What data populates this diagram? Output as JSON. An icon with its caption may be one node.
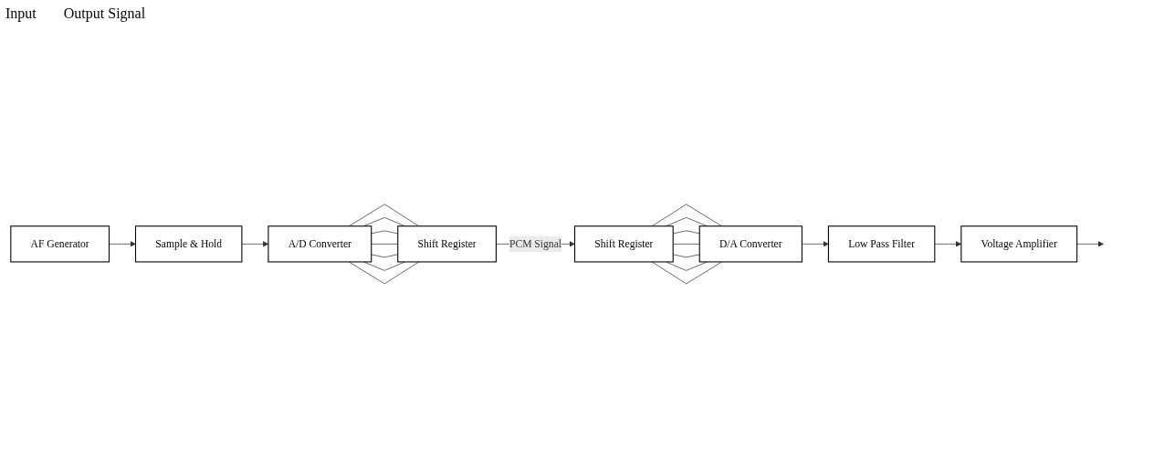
{
  "diagram": {
    "nodes": [
      {
        "text": [
          "AF Generator"
        ]
      },
      {
        "text": [
          "Sample & Hold"
        ]
      },
      {
        "text": [
          "A/D Converter"
        ]
      },
      {
        "text": [
          "Shift Register"
        ]
      },
      {
        "text": [
          "Shift Register"
        ]
      },
      {
        "text": [
          "D/A Converter"
        ]
      },
      {
        "text": [
          "Low Pass Filter"
        ]
      },
      {
        "text": [
          "Voltage Amplifier"
        ]
      }
    ],
    "edges": [
      {
        "from": 0,
        "to": 1,
        "arrow": "to"
      },
      {
        "from": 1,
        "to": 2,
        "arrow": "to"
      },
      {
        "from": 2,
        "to": 3,
        "arrow": "none"
      },
      {
        "from": 2,
        "to": 3,
        "arrow": "none"
      },
      {
        "from": 2,
        "to": 3,
        "arrow": "none"
      },
      {
        "from": 2,
        "to": 3,
        "arrow": "none"
      },
      {
        "from": 2,
        "to": 3,
        "arrow": "none"
      },
      {
        "from": 2,
        "to": 3,
        "arrow": "none"
      },
      {
        "from": 2,
        "to": 3,
        "arrow": "none"
      },
      {
        "from": 3,
        "to": 4,
        "arrow": "to",
        "label": "PCM Signal"
      },
      {
        "from": 4,
        "to": 5,
        "arrow": "none"
      },
      {
        "from": 4,
        "to": 5,
        "arrow": "none"
      },
      {
        "from": 4,
        "to": 5,
        "arrow": "none"
      },
      {
        "from": 4,
        "to": 5,
        "arrow": "none"
      },
      {
        "from": 4,
        "to": 5,
        "arrow": "none"
      },
      {
        "from": 4,
        "to": 5,
        "arrow": "none"
      },
      {
        "from": 4,
        "to": 5,
        "arrow": "none"
      },
      {
        "from": 5,
        "to": 6,
        "arrow": "to"
      },
      {
        "from": 6,
        "to": 7,
        "arrow": "to"
      },
      {
        "from": 7,
        "to": null,
        "arrow": "to"
      }
    ],
    "labels": [
      "Input",
      "Output Signal"
    ]
  }
}
